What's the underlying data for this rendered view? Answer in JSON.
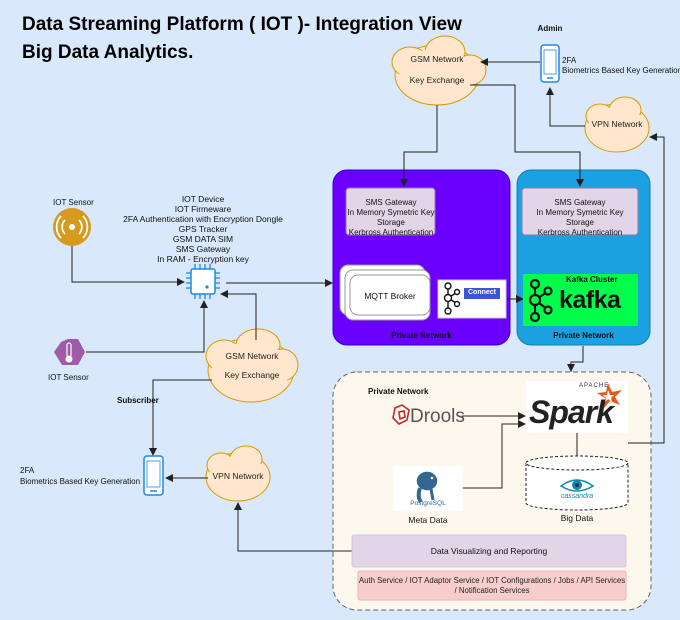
{
  "title": {
    "line1": "Data Streaming Platform ( IOT )- Integration View",
    "line2": "Big Data Analytics."
  },
  "admin": {
    "label": "Admin",
    "twofa": "2FA",
    "biometrics": "Biometrics Based Key Generation"
  },
  "gsm_top": {
    "line1": "GSM Network",
    "line2": "Key Exchange"
  },
  "vpn_top": {
    "label": "VPN Network"
  },
  "iot_sensor_top": {
    "label": "IOT Sensor"
  },
  "iot_sensor_bottom": {
    "label": "IOT Sensor"
  },
  "iot_device": {
    "lines": [
      "IOT Device",
      "IOT Firmeware",
      "2FA Authentication with Encryption Dongle",
      "GPS Tracker",
      "GSM DATA SIM",
      "SMS Gateway",
      "In RAM - Encryption key"
    ]
  },
  "private_purple": {
    "sms_lines": [
      "SMS Gateway",
      "In Memory Symetric Key Storage",
      "Kerbross Authentication"
    ],
    "mqtt": "MQTT Broker",
    "connect": "Connect",
    "label": "Private Network"
  },
  "private_blue": {
    "sms_lines": [
      "SMS Gateway",
      "In Memory Symetric Key Storage",
      "Kerbross Authentication"
    ],
    "kafka_cluster": "Kafka Cluster",
    "kafka_logo": "kafka",
    "label": "Private Network"
  },
  "gsm_mid": {
    "line1": "GSM Network",
    "line2": "Key Exchange"
  },
  "subscriber": {
    "label": "Subscriber",
    "twofa": "2FA",
    "biometrics": "Biometrics Based Key Generation"
  },
  "vpn_bottom": {
    "label": "VPN Network"
  },
  "analytics": {
    "label": "Private Network",
    "drools": "Drools",
    "spark_apache": "APACHE",
    "spark": "Spark",
    "postgres": "PostgreSQL",
    "meta_data": "Meta Data",
    "cassandra": "cassandra",
    "big_data": "Big Data",
    "visualizing": "Data Visualizing and Reporting",
    "services_line1": "Auth Service / IOT Adaptor Service / IOT Configurations / Jobs / API Services",
    "services_line2": "/ Notification Services"
  },
  "colors": {
    "background": "#dae8fc",
    "purple_network": "#6a00ff",
    "blue_network": "#1ba1e2",
    "kafka_green": "#00ff4a",
    "cloud": "#ffe6cc",
    "panel": "#e1d5e7",
    "services": "#f8cecc",
    "analytics_bg": "#fdf8ee"
  }
}
